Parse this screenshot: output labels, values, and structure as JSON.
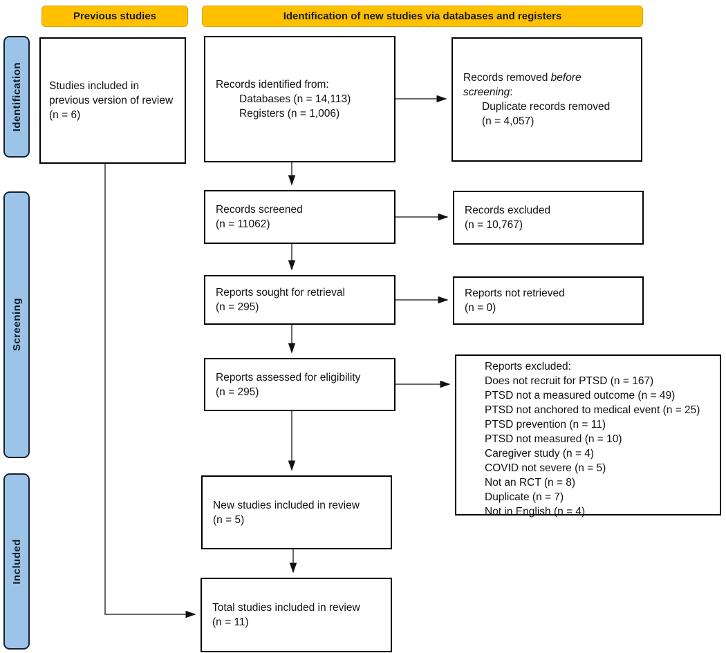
{
  "headers": {
    "previous": "Previous studies",
    "new": "Identification of new studies via databases and registers"
  },
  "sidebar": {
    "identification": "Identification",
    "screening": "Screening",
    "included": "Included"
  },
  "boxes": {
    "previous_studies": {
      "text": "Studies included in previous version of review (n = 6)"
    },
    "records_identified": {
      "intro": "Records identified from:",
      "items": [
        "Databases (n = 14,113)",
        "Registers (n = 1,006)"
      ]
    },
    "records_removed": {
      "line1_regular": "Records removed ",
      "line1_italic": "before",
      "line2_italic": "screening",
      "line2_suffix": ":",
      "items": [
        "Duplicate records removed",
        "(n = 4,057)"
      ]
    },
    "records_screened": {
      "label": "Records screened",
      "n": "(n = 11062)"
    },
    "records_excluded": {
      "label": "Records excluded",
      "n": "(n = 10,767)"
    },
    "reports_sought": {
      "label": "Reports sought for retrieval",
      "n": "(n = 295)"
    },
    "reports_not_retrieved": {
      "label": "Reports not retrieved",
      "n": "(n = 0)"
    },
    "reports_assessed": {
      "label": "Reports assessed for eligibility",
      "n": "(n = 295)"
    },
    "reports_excluded": {
      "title": "Reports excluded:",
      "reasons": [
        "Does not recruit for PTSD (n = 167)",
        "PTSD not a measured outcome (n = 49)",
        "PTSD not anchored to medical event (n = 25)",
        "PTSD prevention (n = 11)",
        "PTSD not measured (n = 10)",
        "Caregiver study (n = 4)",
        "COVID not severe (n = 5)",
        "Not an RCT (n = 8)",
        "Duplicate (n = 7)",
        "Not in English (n = 4)"
      ]
    },
    "new_studies": {
      "label": "New studies included in review",
      "n": "(n = 5)"
    },
    "total_studies": {
      "label": "Total studies included in review",
      "n": "(n = 11)"
    }
  },
  "colors": {
    "header_bg": "#FFC000",
    "header_border": "#D9A400",
    "sidebar_bg": "#9CC3E8",
    "sidebar_border": "#17202A",
    "box_border": "#000000",
    "line_color": "#333333"
  }
}
